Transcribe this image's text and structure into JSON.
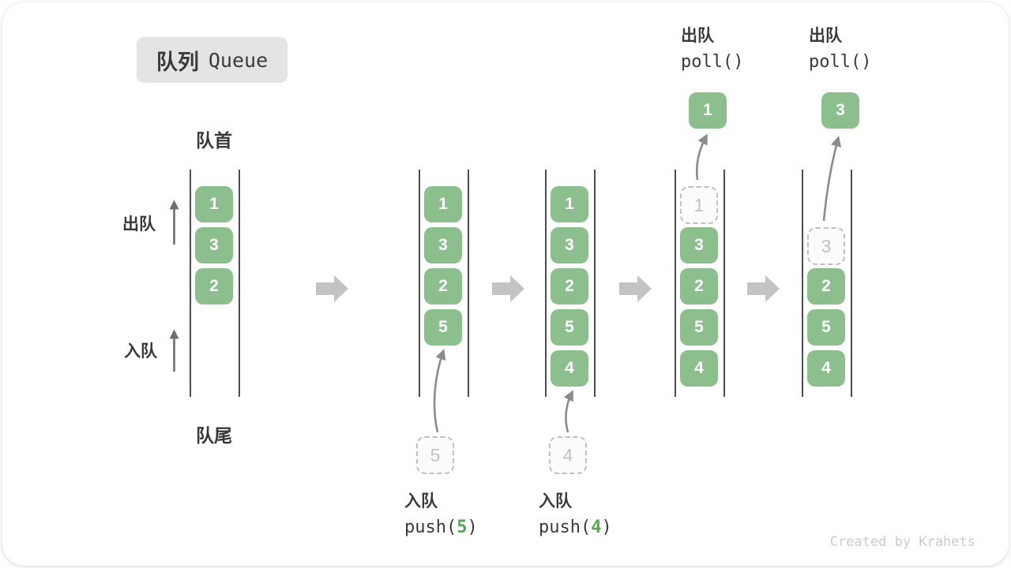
{
  "title": {
    "zh": "队列",
    "en": "Queue"
  },
  "labels": {
    "front": "队首",
    "rear": "队尾",
    "dequeue": "出队",
    "enqueue": "入队"
  },
  "watermark": "Created by Krahets",
  "colors": {
    "box_green": "#8dbe8e",
    "code_green": "#57a457",
    "line_dark": "#4d4d4d",
    "step_arrow_gray": "#c3c3c3",
    "flow_arrow_gray": "#8c8c8c",
    "dashed_gray": "#bfbfbf",
    "badge_bg": "#e4e4e4"
  },
  "states": [
    {
      "name": "initial-queue",
      "boxes": [
        {
          "value": "1",
          "slot": 0,
          "dashed": false
        },
        {
          "value": "3",
          "slot": 1,
          "dashed": false
        },
        {
          "value": "2",
          "slot": 2,
          "dashed": false
        }
      ]
    },
    {
      "name": "after-push-5",
      "boxes": [
        {
          "value": "1",
          "slot": 0,
          "dashed": false
        },
        {
          "value": "3",
          "slot": 1,
          "dashed": false
        },
        {
          "value": "2",
          "slot": 2,
          "dashed": false
        },
        {
          "value": "5",
          "slot": 3,
          "dashed": false
        }
      ],
      "incoming": {
        "value": "5"
      },
      "op": {
        "label_zh": "入队",
        "code": [
          {
            "t": "push("
          },
          {
            "t": "5",
            "green": true
          },
          {
            "t": ")"
          }
        ]
      }
    },
    {
      "name": "after-push-4",
      "boxes": [
        {
          "value": "1",
          "slot": 0,
          "dashed": false
        },
        {
          "value": "3",
          "slot": 1,
          "dashed": false
        },
        {
          "value": "2",
          "slot": 2,
          "dashed": false
        },
        {
          "value": "5",
          "slot": 3,
          "dashed": false
        },
        {
          "value": "4",
          "slot": 4,
          "dashed": false
        }
      ],
      "incoming": {
        "value": "4"
      },
      "op": {
        "label_zh": "入队",
        "code": [
          {
            "t": "push("
          },
          {
            "t": "4",
            "green": true
          },
          {
            "t": ")"
          }
        ]
      }
    },
    {
      "name": "after-poll-1",
      "boxes": [
        {
          "value": "1",
          "slot": 0,
          "dashed": true
        },
        {
          "value": "3",
          "slot": 1,
          "dashed": false
        },
        {
          "value": "2",
          "slot": 2,
          "dashed": false
        },
        {
          "value": "5",
          "slot": 3,
          "dashed": false
        },
        {
          "value": "4",
          "slot": 4,
          "dashed": false
        }
      ],
      "outgoing": {
        "value": "1"
      },
      "op": {
        "label_zh": "出队",
        "code": [
          {
            "t": "poll()"
          }
        ]
      }
    },
    {
      "name": "after-poll-3",
      "boxes": [
        {
          "value": "3",
          "slot": 1,
          "dashed": true
        },
        {
          "value": "2",
          "slot": 2,
          "dashed": false
        },
        {
          "value": "5",
          "slot": 3,
          "dashed": false
        },
        {
          "value": "4",
          "slot": 4,
          "dashed": false
        }
      ],
      "outgoing": {
        "value": "3"
      },
      "op": {
        "label_zh": "出队",
        "code": [
          {
            "t": "poll()"
          }
        ]
      }
    }
  ]
}
